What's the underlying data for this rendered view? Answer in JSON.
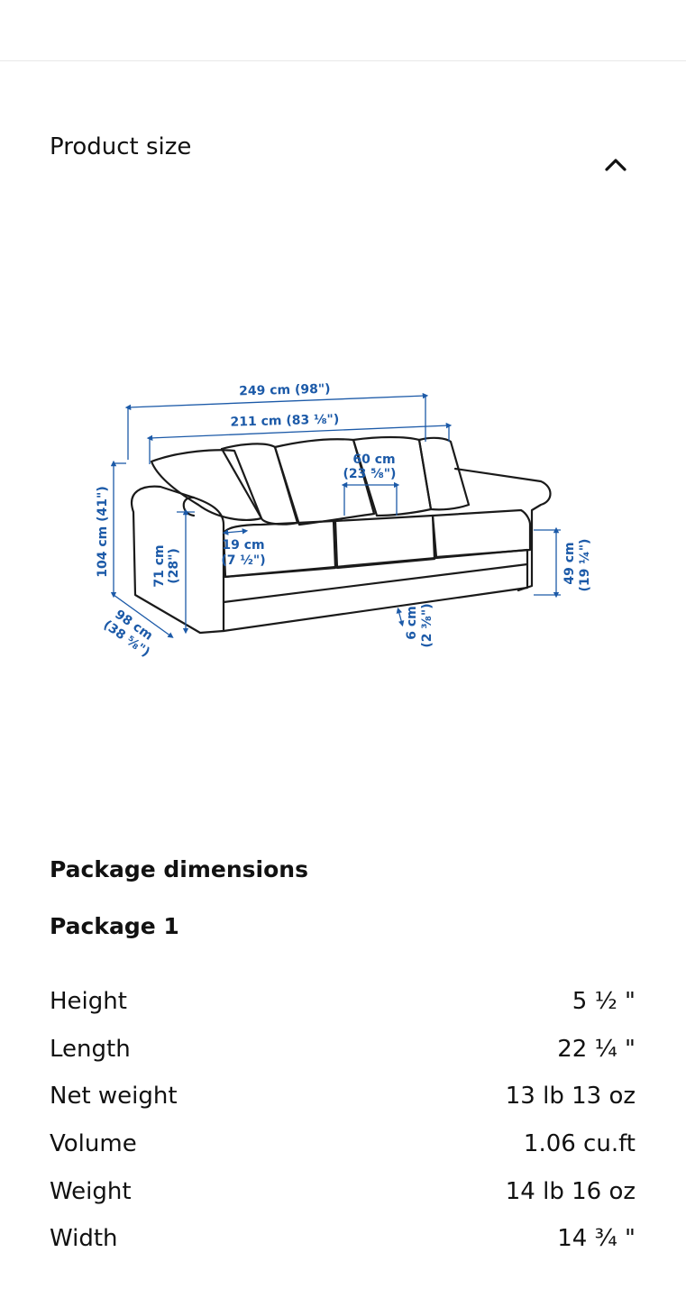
{
  "section": {
    "title": "Product size",
    "toggle_icon": "chevron-up-icon"
  },
  "diagram": {
    "labels": {
      "overall_width": "249 cm (98\")",
      "seat_width": "211 cm (83 ⅛\")",
      "seat_cushion_width": "60 cm",
      "seat_cushion_width_in": "(23 ⅝\")",
      "height": "104 cm (41\")",
      "seat_depth": "19 cm",
      "seat_depth_in": "(7 ½\")",
      "back_height": "71 cm",
      "back_height_in": "(28\")",
      "seat_height": "49 cm",
      "seat_height_in": "(19 ¼\")",
      "depth": "98 cm",
      "depth_in": "(38 ⅝\")",
      "clearance": "6 cm",
      "clearance_in": "(2 ⅜\")"
    },
    "line_color": "#1c5aa8"
  },
  "package": {
    "heading": "Package dimensions",
    "subheading": "Package 1",
    "specs": [
      {
        "label": "Height",
        "value": "5 ½ \""
      },
      {
        "label": "Length",
        "value": "22 ¼ \""
      },
      {
        "label": "Net weight",
        "value": "13 lb 13 oz"
      },
      {
        "label": "Volume",
        "value": "1.06 cu.ft"
      },
      {
        "label": "Weight",
        "value": "14 lb 16 oz"
      },
      {
        "label": "Width",
        "value": "14 ¾ \""
      }
    ]
  }
}
